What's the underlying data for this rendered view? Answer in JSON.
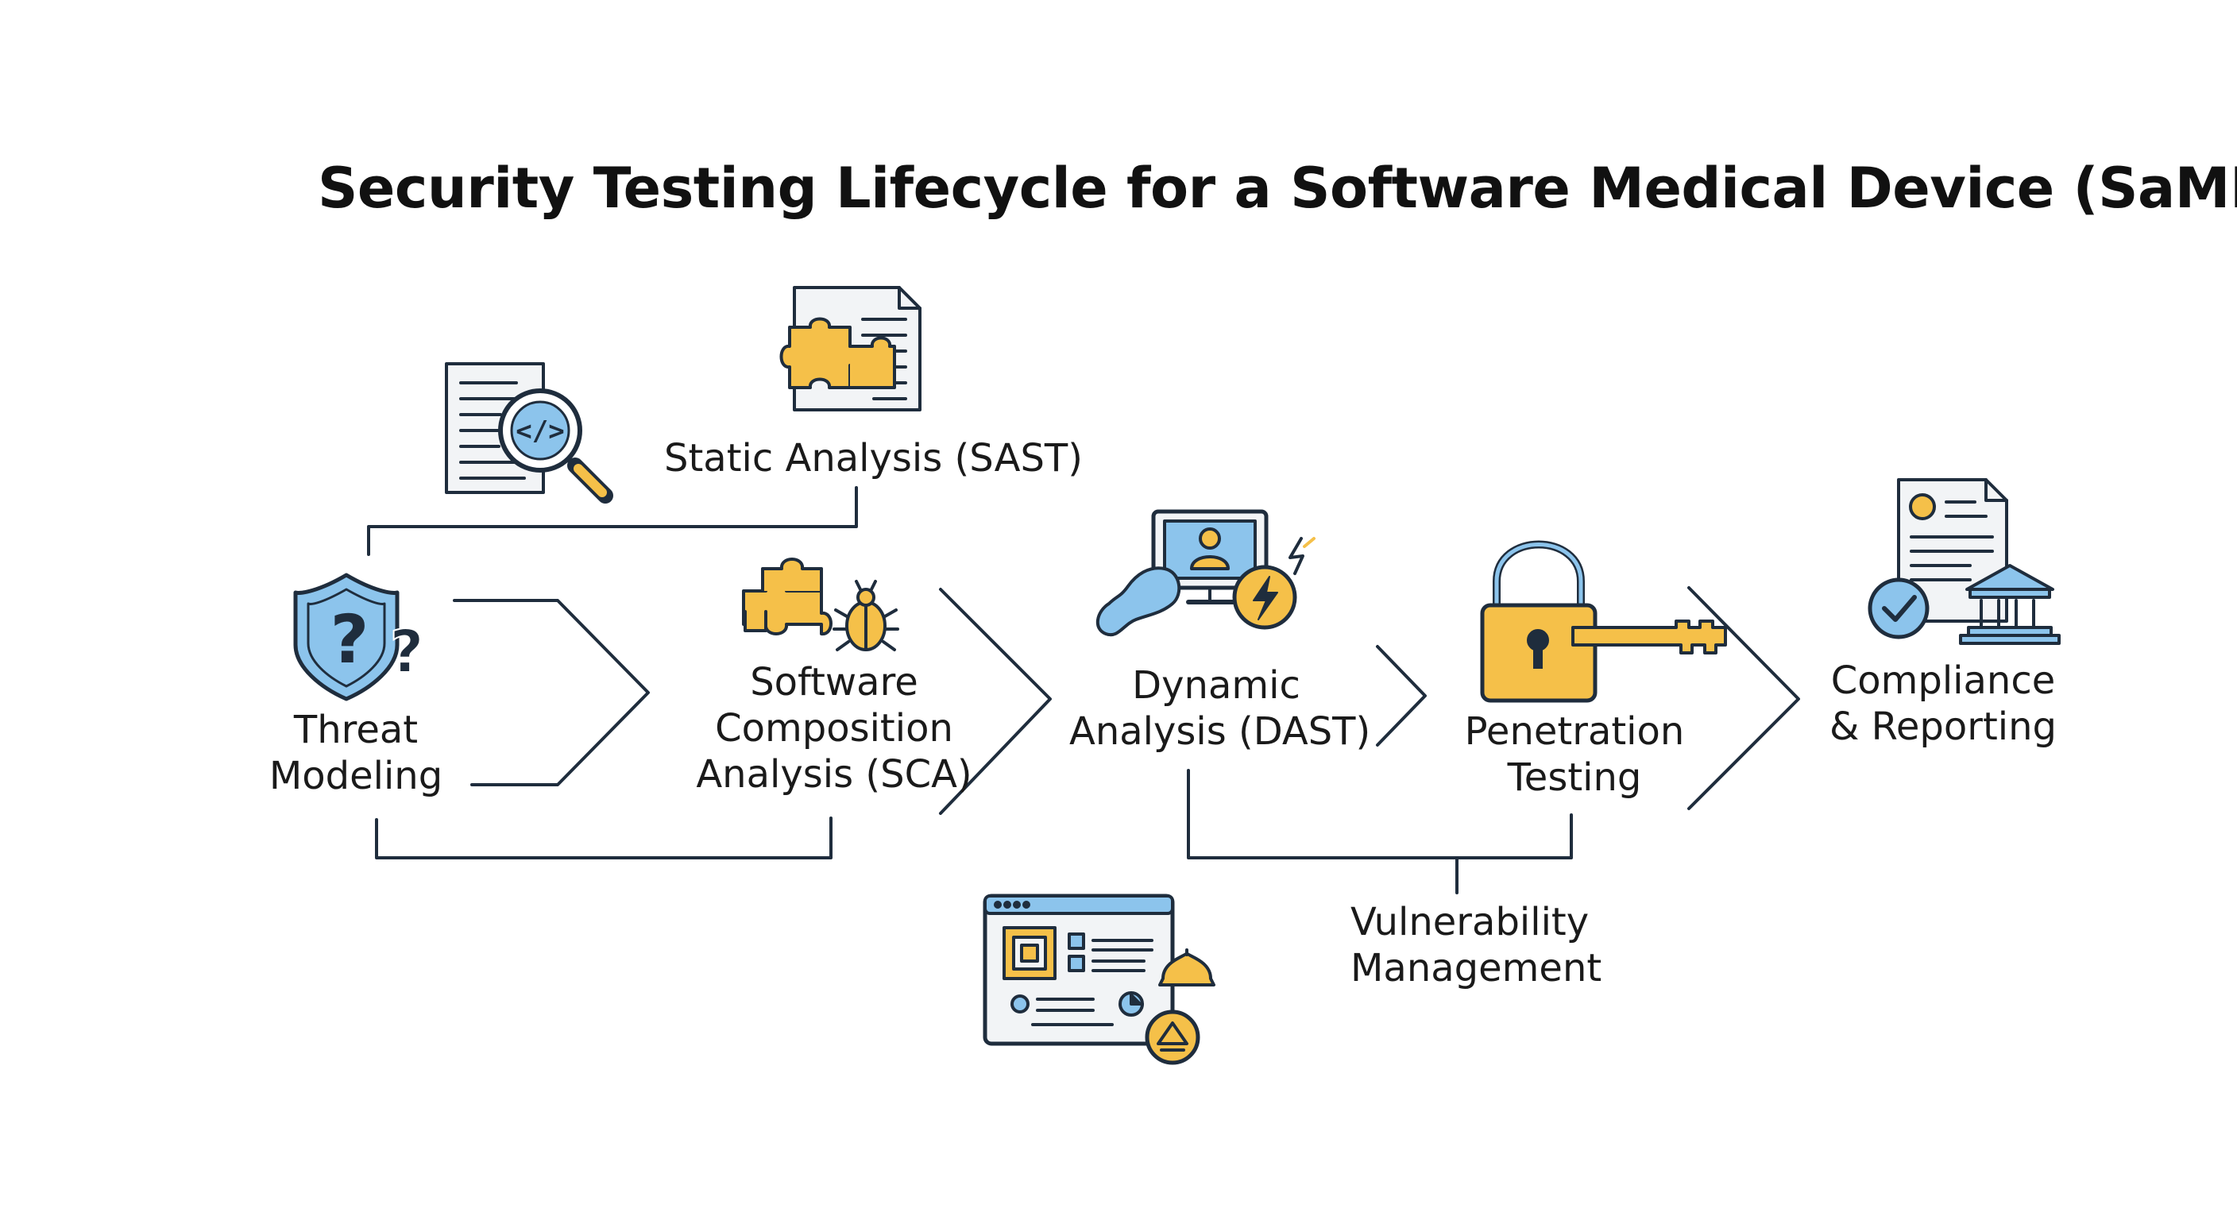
{
  "title": "Security Testing Lifecycle for a Software Medical Device (SaMD)",
  "stages": {
    "threat_modeling": [
      "Threat",
      "Modeling"
    ],
    "sast": [
      "Static Analysis (SAST)"
    ],
    "sca": [
      "Software",
      "Composition",
      "Analysis (SCA)"
    ],
    "dast": [
      "Dynamic",
      "Analysis (DAST)"
    ],
    "pentest": [
      "Penetration",
      "Testing"
    ],
    "vuln_mgmt": [
      "Vulnerability",
      "Management"
    ],
    "compliance": [
      "Compliance",
      "& Reporting"
    ]
  },
  "icon_glyphs": {
    "question_mark": "?",
    "code_tag": "</>"
  },
  "colors": {
    "outline": "#1f2d3d",
    "blue": "#8cc4ec",
    "yellow": "#f5c049",
    "text": "#1a1a1a"
  }
}
